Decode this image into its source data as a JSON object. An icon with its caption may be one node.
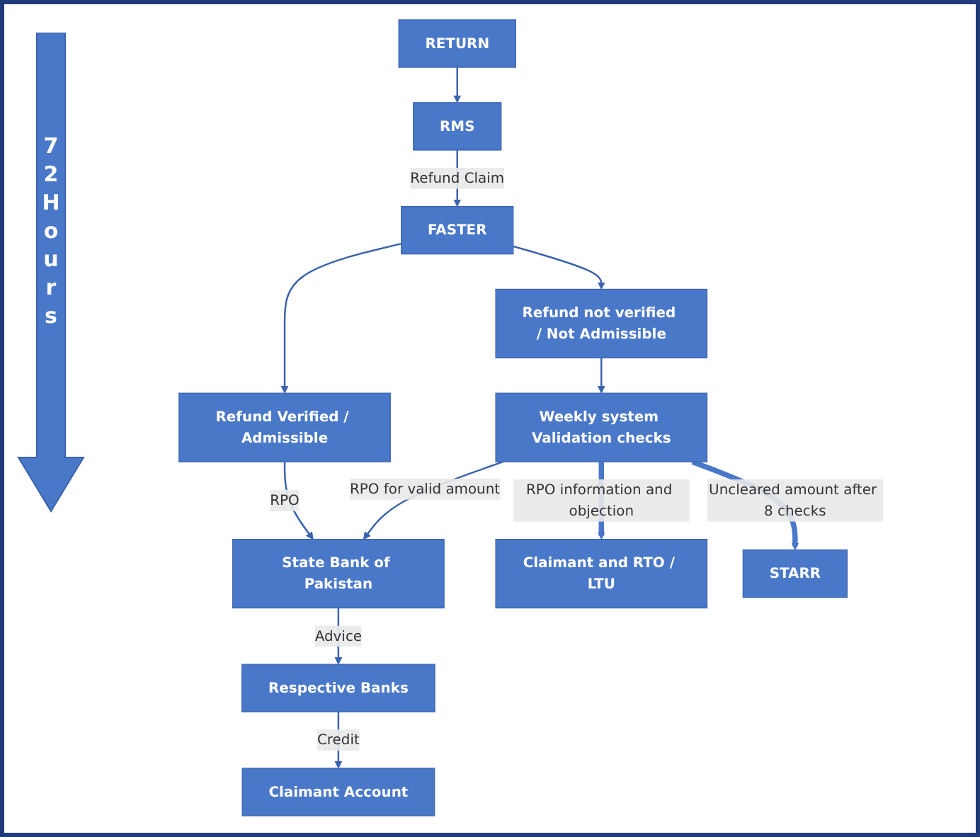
{
  "diagram": {
    "nodes": [
      {
        "text": [
          "RETURN"
        ]
      },
      {
        "text": [
          "RMS"
        ]
      },
      {
        "text": [
          "FASTER"
        ]
      },
      {
        "text": [
          "Refund Verified / Admissible"
        ]
      },
      {
        "text": [
          "Refund not verified / Not Admissible"
        ]
      },
      {
        "text": [
          "State Bank of Pakistan"
        ]
      },
      {
        "text": [
          "Weekly system Validation checks"
        ]
      },
      {
        "text": [
          "Respective Banks"
        ]
      },
      {
        "text": [
          "Claimant Account"
        ]
      },
      {
        "text": [
          "Claimant and RTO / LTU"
        ]
      },
      {
        "text": [
          "STARR"
        ]
      }
    ],
    "edges": [
      {
        "from": 0,
        "to": 1,
        "arrow": "to"
      },
      {
        "from": 1,
        "to": 2,
        "arrow": "to",
        "label": "Refund Claim"
      },
      {
        "from": 2,
        "to": 3,
        "arrow": "to"
      },
      {
        "from": 2,
        "to": 4,
        "arrow": "to"
      },
      {
        "from": 3,
        "to": 5,
        "arrow": "to",
        "label": "RPO"
      },
      {
        "from": 4,
        "to": 6,
        "arrow": "to"
      },
      {
        "from": 6,
        "to": 5,
        "arrow": "to",
        "label": "RPO for valid amount"
      },
      {
        "from": 5,
        "to": 7,
        "arrow": "to",
        "label": "Advice"
      },
      {
        "from": 7,
        "to": 8,
        "arrow": "to",
        "label": "Credit"
      },
      {
        "from": 6,
        "to": 9,
        "arrow": "to",
        "label": "RPO information and objection",
        "style": "thick"
      },
      {
        "from": 6,
        "to": 10,
        "arrow": "to",
        "label": "Uncleared amount after 8 checks",
        "style": "thick"
      }
    ],
    "labels": [
      "72 Hours"
    ]
  }
}
